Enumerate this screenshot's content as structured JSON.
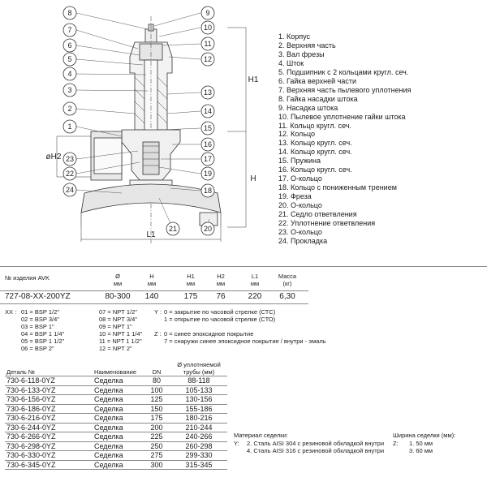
{
  "drawing": {
    "callouts": [
      "8",
      "7",
      "6",
      "5",
      "4",
      "3",
      "2",
      "1",
      "23",
      "22",
      "24",
      "9",
      "10",
      "11",
      "12",
      "13",
      "14",
      "15",
      "16",
      "17",
      "19",
      "18",
      "21",
      "20"
    ],
    "dims": {
      "h1": "H1",
      "h": "H",
      "l1": "L1",
      "h2": "øH2"
    }
  },
  "legend": [
    "1. Корпус",
    "2. Верхняя часть",
    "3. Вал фрезы",
    "4. Шток",
    "5. Подшипник с 2 кольцами кругл. сеч.",
    "6. Гайка верхней части",
    "7. Верхняя часть пылевого уплотнения",
    "8. Гайка насадки штока",
    "9. Насадка штока",
    "10. Пылевое уплотнение гайки штока",
    "11. Кольцо кругл. сеч.",
    "12. Кольцо",
    "13. Кольцо кругл. сеч.",
    "14. Кольцо кругл. сеч.",
    "15. Пружина",
    "16. Кольцо кругл. сеч.",
    "17. О-кольцо",
    "18. Кольцо с пониженным трением",
    "19. Фреза",
    "20. О-кольцо",
    "21. Седло ответвления",
    "22. Уплотнение ответвления",
    "23. О-кольцо",
    "24. Прокладка"
  ],
  "spec": {
    "headers": [
      {
        "name": "№ изделия AVK",
        "unit": ""
      },
      {
        "name": "Ø",
        "unit": "мм"
      },
      {
        "name": "H",
        "unit": "мм"
      },
      {
        "name": "H1",
        "unit": "мм"
      },
      {
        "name": "H2",
        "unit": "мм"
      },
      {
        "name": "L1",
        "unit": "мм"
      },
      {
        "name": "Масса",
        "unit": "(кг)"
      }
    ],
    "row": [
      "727-08-XX-200YZ",
      "80-300",
      "140",
      "175",
      "76",
      "220",
      "6,30"
    ]
  },
  "codes": {
    "xx_label": "XX :",
    "col1": [
      "01 = BSP 1/2\"",
      "02 = BSP 3/4\"",
      "03 = BSP 1\"",
      "04 = BSP 1 1/4\"",
      "05 = BSP 1 1/2\"",
      "06 = BSP 2\""
    ],
    "col2": [
      "07 = NPT 1/2\"",
      "08 = NPT 3/4\"",
      "09 = NPT 1\"",
      "10 = NPT 1 1/4\"",
      "11 = NPT 1 1/2\"",
      "12 = NPT 2\""
    ],
    "y_label": "Y :",
    "y_lines": [
      "0 = закрытие по часовой стрелке (СТС)",
      "1 = открытие по часовой стрелке (СТО)"
    ],
    "z_label": "Z :",
    "z_lines": [
      "0 = синее эпоксидное покрытие",
      "7 = снаружи синее эпоксидное покрытие / внутри - эмаль"
    ]
  },
  "parts": {
    "headers": [
      "Деталь №",
      "Наименование",
      "DN",
      "Ø уплотняемой трубы (мм)"
    ],
    "rows": [
      [
        "730-6-118-0YZ",
        "Седелка",
        "80",
        "88-118"
      ],
      [
        "730-6-133-0YZ",
        "Седелка",
        "100",
        "105-133"
      ],
      [
        "730-6-156-0YZ",
        "Седелка",
        "125",
        "130-156"
      ],
      [
        "730-6-186-0YZ",
        "Седелка",
        "150",
        "155-186"
      ],
      [
        "730-6-216-0YZ",
        "Седелка",
        "175",
        "180-216"
      ],
      [
        "730-6-244-0YZ",
        "Седелка",
        "200",
        "210-244"
      ],
      [
        "730-6-266-0YZ",
        "Седелка",
        "225",
        "240-266"
      ],
      [
        "730-6-298-0YZ",
        "Седелка",
        "250",
        "260-298"
      ],
      [
        "730-6-330-0YZ",
        "Седелка",
        "275",
        "299-330"
      ],
      [
        "730-6-345-0YZ",
        "Седелка",
        "300",
        "315-345"
      ]
    ]
  },
  "material": {
    "title": "Материал седелки:",
    "y_label": "Y:",
    "lines": [
      "2. Сталь AISI 304 с резиновой обкладкой внутри",
      "4. Сталь AISI 316 с резиновой обкладкой внутри"
    ]
  },
  "width": {
    "title": "Ширина седелки (мм):",
    "z_label": "Z:",
    "lines": [
      "1. 50 мм",
      "3. 60 мм"
    ]
  }
}
